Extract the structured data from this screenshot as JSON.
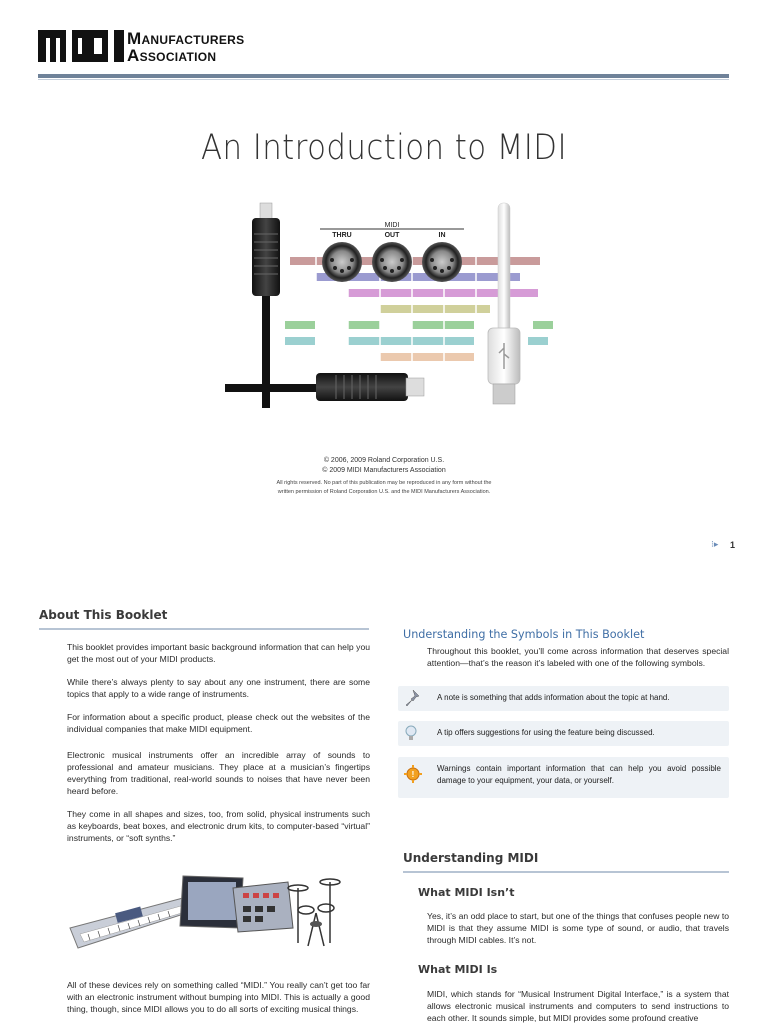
{
  "header": {
    "logo_mark": "MIDI",
    "logo_line1": "Manufacturers",
    "logo_line2": "Association"
  },
  "cover": {
    "title": "An Introduction to MIDI",
    "connector_labels": {
      "group": "MIDI",
      "thru": "THRU",
      "out": "OUT",
      "in": "IN"
    },
    "copyright_line1": "© 2006, 2009 Roland Corporation U.S.",
    "copyright_line2": "© 2009 MIDI Manufacturers Association",
    "rights_line1": "All rights reserved. No part of this publication may be reproduced in any form without the",
    "rights_line2": "written permission of Roland Corporation U.S. and the MIDI Manufacturers Association.",
    "page_number": "1",
    "colors": {
      "red": "#c08a8a",
      "blue": "#8a8ac8",
      "magenta": "#d08ad0",
      "olive": "#c8c88a",
      "green": "#8ac88a",
      "teal": "#8ac8c8",
      "peach": "#e8c0a0",
      "rule": "#6f8299"
    }
  },
  "about": {
    "title": "About This Booklet",
    "paragraphs": [
      "This booklet provides important basic background information that can help you get the most out of your MIDI products.",
      "While there’s always plenty to say about any one instrument, there are some topics that apply to a wide range of instruments.",
      "For information about a specific product, please check out the websites of the individual companies that make MIDI equipment.",
      "Electronic musical instruments offer an incredible array of sounds to professional and amateur musicians. They place at a musician’s fingertips everything from traditional, real-world sounds to noises that have never been heard before.",
      "They come in all shapes and sizes, too, from solid, physical instruments such as keyboards, beat boxes, and electronic drum kits, to computer-based “virtual” instruments, or “soft synths.”",
      "All of these devices rely on something called “MIDI.” You really can’t get too far with an electronic instrument without bumping into MIDI. This is actually a good thing, though, since MIDI allows you to do all sorts of exciting musical things."
    ]
  },
  "symbols": {
    "title": "Understanding the Symbols in This Booklet",
    "intro": "Throughout this booklet, you’ll come across information that deserves special attention—that’s the reason it’s labeled with one of the following symbols.",
    "note": "A note is something that adds information about the topic at hand.",
    "tip": "A tip offers suggestions for using the feature being discussed.",
    "warning": "Warnings contain important information that can help you avoid possible damage to your equipment, your data, or yourself."
  },
  "understanding": {
    "title": "Understanding MIDI",
    "isnt_title": "What MIDI Isn’t",
    "isnt_text": "Yes, it’s an odd place to start, but one of the things that confuses people new to MIDI is that they assume MIDI is some type of sound, or audio, that travels through MIDI cables. It’s not.",
    "is_title": "What MIDI Is",
    "is_text": "MIDI, which stands for “Musical Instrument Digital Interface,” is a system that allows electronic musical instruments and computers to send instructions to each other. It sounds simple, but MIDI provides some profound creative"
  }
}
